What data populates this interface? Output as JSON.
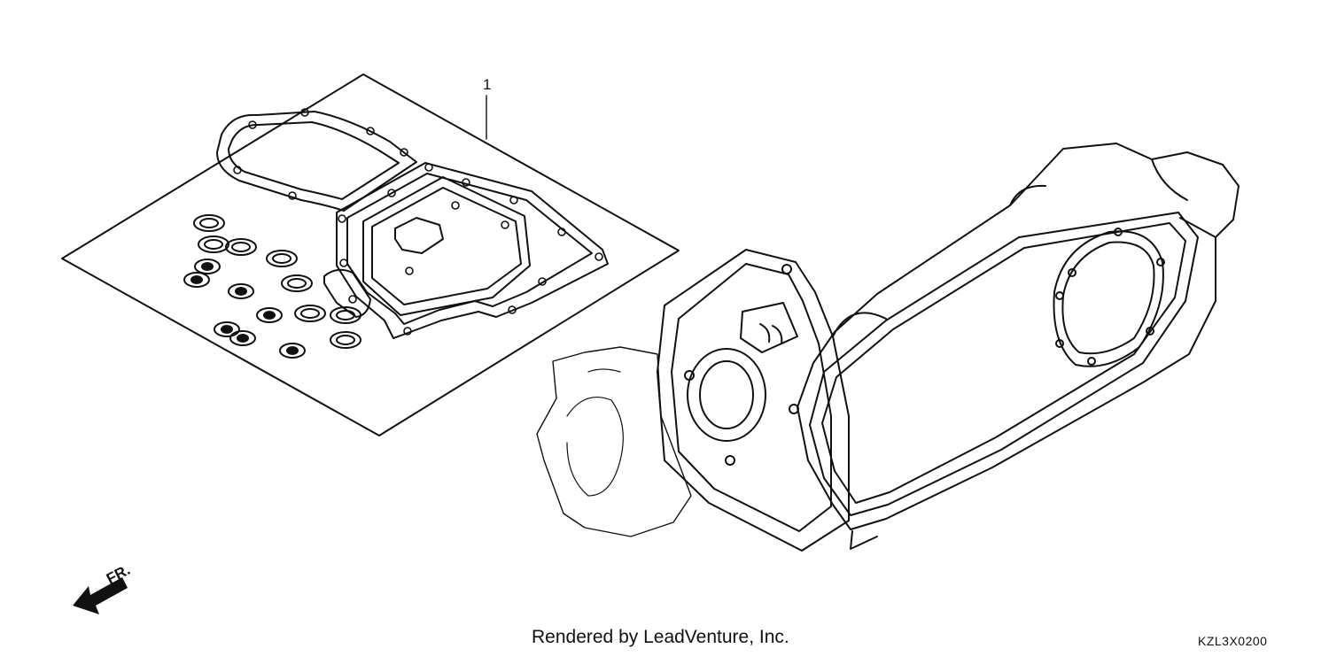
{
  "diagram": {
    "callout": "1",
    "direction_label": "FR.",
    "direction_icon": "front-direction-arrow-icon"
  },
  "footer": {
    "credit": "Rendered by LeadVenture, Inc.",
    "diagram_code": "KZL3X0200"
  },
  "colors": {
    "line": "#111111",
    "background": "#ffffff"
  }
}
